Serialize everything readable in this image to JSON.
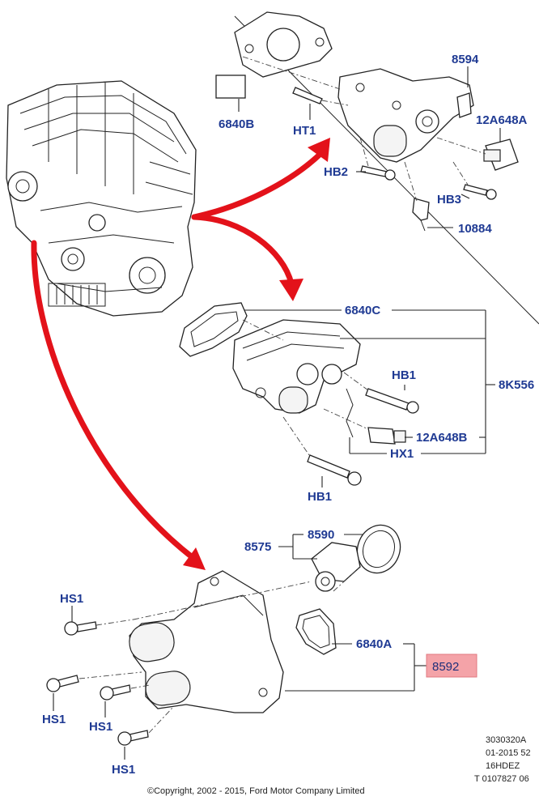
{
  "labels": {
    "p6840B": "6840B",
    "pHT1": "HT1",
    "p8594": "8594",
    "p12A648A": "12A648A",
    "pHB2": "HB2",
    "pHB3": "HB3",
    "p10884": "10884",
    "p6840C": "6840C",
    "pHB1a": "HB1",
    "p8K556": "8K556",
    "p12A648B": "12A648B",
    "pHX1": "HX1",
    "pHB1b": "HB1",
    "p8575": "8575",
    "p8590": "8590",
    "pHS1a": "HS1",
    "p6840A": "6840A",
    "p8592": "8592",
    "pHS1b": "HS1",
    "pHS1c": "HS1",
    "pHS1d": "HS1"
  },
  "meta": {
    "line1": "3030320A",
    "line2": "01-2015 52",
    "line3": "16HDEZ",
    "line4": "T 0107827 06"
  },
  "copyright": "©Copyright, 2002 - 2015, Ford Motor Company Limited",
  "colors": {
    "label": "#1f3a93",
    "arrow": "#e3121a",
    "highlight": "#f4a3a8"
  }
}
